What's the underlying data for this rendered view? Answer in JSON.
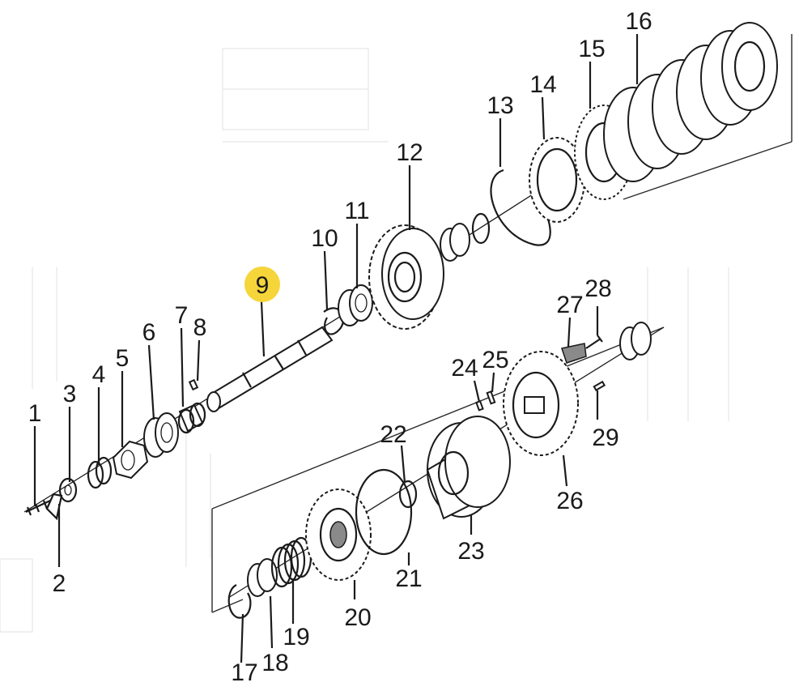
{
  "diagram": {
    "type": "exploded-parts-view",
    "highlight_color": "#f5d53a",
    "highlighted_part": "9",
    "parts": [
      {
        "label": "1"
      },
      {
        "label": "2"
      },
      {
        "label": "3"
      },
      {
        "label": "4"
      },
      {
        "label": "5"
      },
      {
        "label": "6"
      },
      {
        "label": "7"
      },
      {
        "label": "8"
      },
      {
        "label": "9"
      },
      {
        "label": "10"
      },
      {
        "label": "11"
      },
      {
        "label": "12"
      },
      {
        "label": "13"
      },
      {
        "label": "14"
      },
      {
        "label": "15"
      },
      {
        "label": "16"
      },
      {
        "label": "17"
      },
      {
        "label": "18"
      },
      {
        "label": "19"
      },
      {
        "label": "20"
      },
      {
        "label": "21"
      },
      {
        "label": "22"
      },
      {
        "label": "23"
      },
      {
        "label": "24"
      },
      {
        "label": "25"
      },
      {
        "label": "26"
      },
      {
        "label": "27"
      },
      {
        "label": "28"
      },
      {
        "label": "29"
      }
    ]
  }
}
